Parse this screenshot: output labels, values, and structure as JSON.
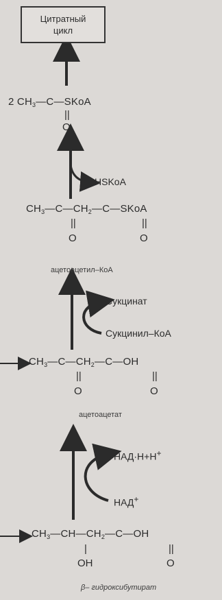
{
  "box": {
    "line1": "Цитратный",
    "line2": "цикл"
  },
  "acetyl_coa": {
    "coef": "2",
    "ch3": "CH",
    "sub3": "3",
    "bond1": "—C—",
    "skoa": "SKoA",
    "dbl": "||",
    "o": "O"
  },
  "hskoa": "HSKoA",
  "acetoacetyl_coa": {
    "ch3": "CH",
    "sub3": "3",
    "bond1": "—C—CH",
    "sub2": "2",
    "bond2": "—C—SKoA",
    "dbl": "||",
    "o": "O",
    "caption": "ацетоацетил–КоА"
  },
  "succinate": "Сукцинат",
  "succinyl_coa": "Сукцинил–КоА",
  "acetoacetate": {
    "ch3": "CH",
    "sub3": "3",
    "bond1": "—C—CH",
    "sub2": "2",
    "bond2": "—C—OH",
    "dbl": "||",
    "o": "O",
    "caption": "ацетоацетат"
  },
  "nadh": "НАД·Н+Н",
  "nadh_sup": "+",
  "nad": "НАД",
  "nad_sup": "+",
  "hydroxybutyrate": {
    "ch3": "CH",
    "sub3": "3",
    "bond1": "—CH—CH",
    "sub2": "2",
    "bond2": "—C—OH",
    "vbar": "|",
    "oh": "OH",
    "dbl": "||",
    "o": "O",
    "caption": "β– гидроксибутират"
  }
}
